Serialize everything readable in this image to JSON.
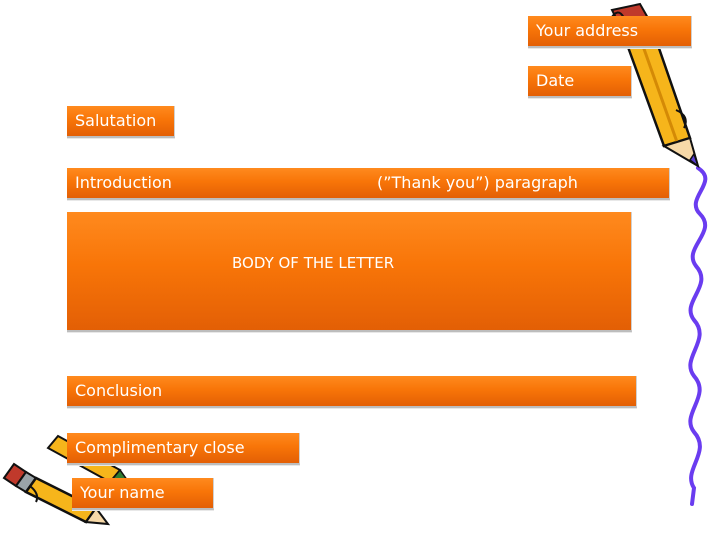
{
  "letter": {
    "address": "Your address",
    "date": "Date",
    "salutation": "Salutation",
    "introduction_a": "Introduction",
    "introduction_b": "(”Thank you”) paragraph",
    "body": "BODY OF THE LETTER",
    "conclusion": "Conclusion",
    "complimentary_close": "Complimentary close",
    "name": "Your name"
  },
  "colors": {
    "box_fill": "#f87508",
    "box_text": "#ffffff",
    "wavy_line": "#6a3cf0",
    "pencil_body": "#f6b51b",
    "pencil_tip": "#c0392b"
  },
  "icons": [
    "pencil-icon",
    "pencil-icon",
    "wavy-line-decoration"
  ]
}
